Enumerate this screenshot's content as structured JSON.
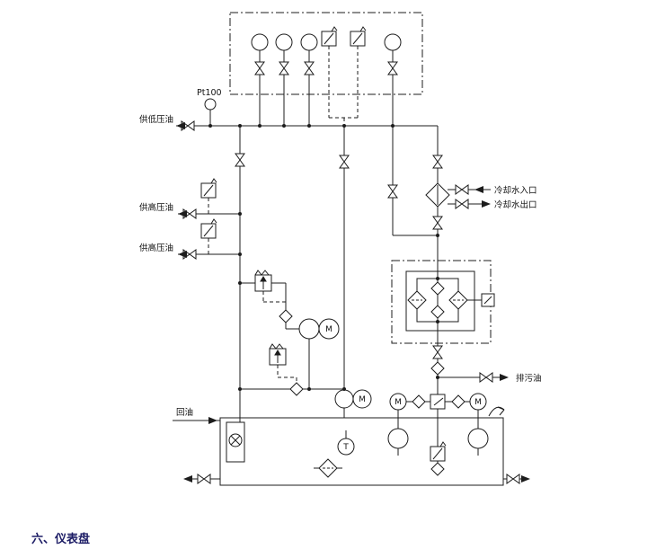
{
  "page": {
    "background": "#ffffff",
    "section_heading": "六、仪表盘",
    "heading_color": "#1d1d66"
  },
  "diagram": {
    "stroke_color": "#1c1c1c",
    "labels": {
      "pt100": "Pt100",
      "supply_low_pressure_oil": "供低压油",
      "supply_high_pressure_oil_a": "供高压油",
      "supply_high_pressure_oil_b": "供高压油",
      "return_oil": "回油",
      "cooling_water_inlet": "冷却水入口",
      "cooling_water_outlet": "冷却水出口",
      "drain_oil": "排污油"
    },
    "symbols": {
      "motor": "M",
      "thermometer": "T"
    }
  }
}
